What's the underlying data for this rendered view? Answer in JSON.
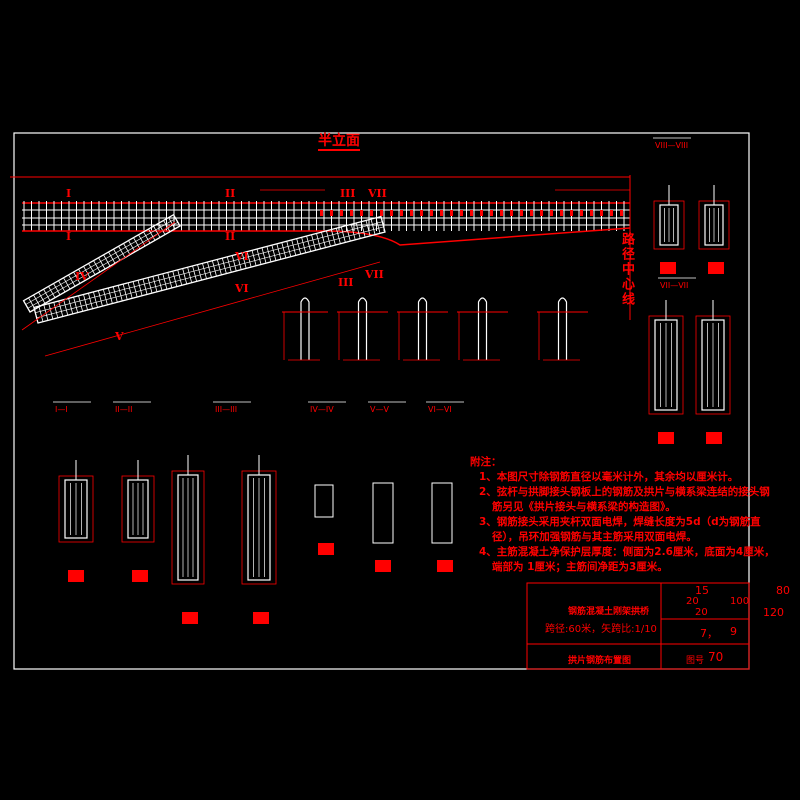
{
  "drawing": {
    "title": "半立面",
    "centerline_label": "路径中心线",
    "section_marks": [
      "I",
      "II",
      "III",
      "IV",
      "V",
      "VI",
      "VII"
    ],
    "section_titles": [
      "I—I",
      "II—II",
      "III—III",
      "IV—IV",
      "V—V",
      "VI—VI",
      "VII—VII",
      "VIII—VIII"
    ],
    "colors": {
      "background": "#000000",
      "lines": "#ff0000",
      "rebar": "#ffffff"
    }
  },
  "notes": {
    "heading": "附注：",
    "items": [
      "1、本图尺寸除钢筋直径以毫米计外，其余均以厘米计。",
      "2、弦杆与拱脚接头钢板上的钢筋及拱片与横系梁连结的接头钢筋另见《拱片接头与横系梁的构造图》。",
      "3、钢筋接头采用夹杆双面电焊，焊缝长度为5d（d为钢筋直径），吊环加强钢筋与其主筋采用双面电焊。",
      "4、主筋混凝土净保护层厚度：侧面为2.6厘米，底面为4厘米，端部为 1厘米；主筋间净距为3厘米。"
    ]
  },
  "title_block": {
    "project": "钢筋混凝土刚架拱桥",
    "spec": "跨径:60米，矢跨比:1/10",
    "drawing_name": "拱片钢筋布置图",
    "r1": "15",
    "r2a": "20",
    "r2b": "100",
    "r3": "20",
    "r4": "7，",
    "r4b": "9",
    "drawing_no_label": "图号",
    "drawing_no": "70",
    "side1": "80",
    "side2": "120"
  }
}
